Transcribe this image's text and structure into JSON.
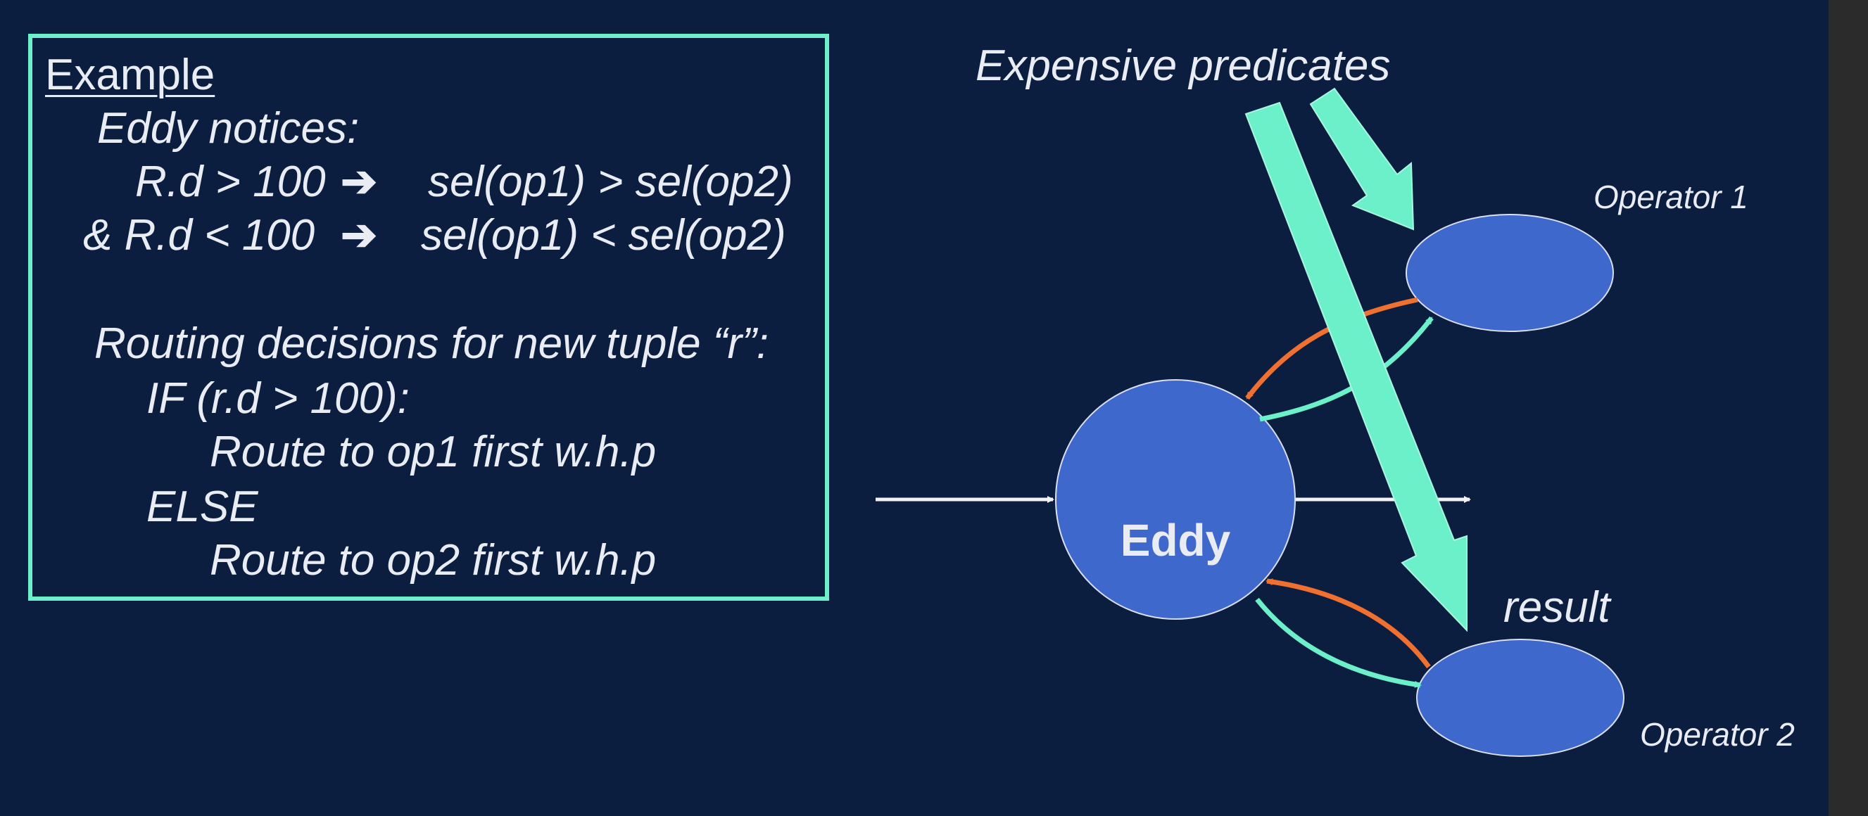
{
  "example": {
    "heading": "Example",
    "line1": "Eddy notices:",
    "line2_lhs": "R.d > 100",
    "line2_rhs": "sel(op1) > sel(op2)",
    "line3_lhs": "& R.d < 100",
    "line3_rhs": "sel(op1) < sel(op2)",
    "line4": "Routing decisions for new tuple “r”:",
    "line5": "IF (r.d > 100):",
    "line6": "Route to op1 first w.h.p",
    "line7": "ELSE",
    "line8": "Route to op2 first w.h.p",
    "arrow_glyph": "➔"
  },
  "diagram": {
    "title": "Expensive predicates",
    "eddy_label": "Eddy",
    "operator1_label": "Operator 1",
    "operator2_label": "Operator 2",
    "result_label": "result"
  },
  "colors": {
    "background": "#0c1e3f",
    "accent_teal": "#6cf0c9",
    "node_blue": "#3f68cc",
    "orange_arrow": "#f07030",
    "text": "#e9ecf2"
  }
}
